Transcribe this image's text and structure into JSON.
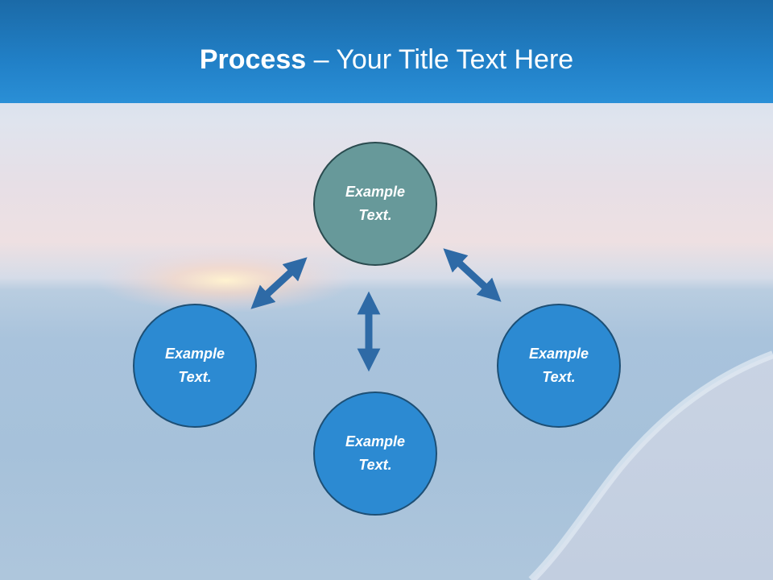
{
  "slide": {
    "title_bold": "Process",
    "title_rest": " – Your Title Text Here"
  },
  "diagram": {
    "nodes": [
      {
        "id": "top",
        "text": "Example Text."
      },
      {
        "id": "left",
        "text": "Example Text."
      },
      {
        "id": "bottom",
        "text": "Example Text."
      },
      {
        "id": "right",
        "text": "Example Text."
      }
    ]
  },
  "colors": {
    "header": "#2180c7",
    "node_top": "#67999a",
    "node_blue": "#2c8ad2",
    "arrow": "#2e6aa6"
  }
}
